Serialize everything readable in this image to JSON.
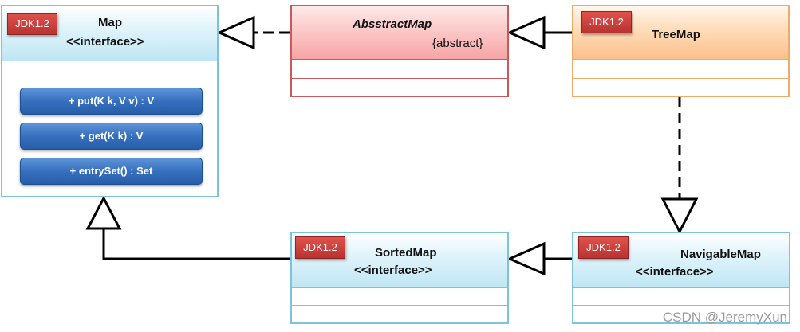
{
  "badge_text": "JDK1.2",
  "classes": {
    "map": {
      "badge": "JDK1.2",
      "name": "Map",
      "stereotype": "<<interface>>",
      "methods": [
        "+ put(K k, V v) : V",
        "+ get(K k) : V",
        "+ entrySet() : Set"
      ]
    },
    "abstract_map": {
      "name": "AbsstractMap",
      "modifier": "{abstract}"
    },
    "tree_map": {
      "badge": "JDK1.2",
      "name": "TreeMap"
    },
    "sorted_map": {
      "badge": "JDK1.2",
      "name": "SortedMap",
      "stereotype": "<<interface>>"
    },
    "navigable_map": {
      "badge": "JDK1.2",
      "name": "NavigableMap",
      "stereotype": "<<interface>>"
    }
  },
  "relations": [
    {
      "from": "AbsstractMap",
      "to": "Map",
      "kind": "realization"
    },
    {
      "from": "TreeMap",
      "to": "AbsstractMap",
      "kind": "generalization"
    },
    {
      "from": "TreeMap",
      "to": "NavigableMap",
      "kind": "realization"
    },
    {
      "from": "SortedMap",
      "to": "Map",
      "kind": "generalization"
    },
    {
      "from": "NavigableMap",
      "to": "SortedMap",
      "kind": "generalization"
    }
  ],
  "colors": {
    "interface_border": "#7cc3dc",
    "abstract_border": "#c9595c",
    "class_border": "#f0aa6a",
    "badge": "#c0392b",
    "method_pill": "#3670be",
    "connector": "#000000"
  },
  "watermark": "CSDN @JeremyXun"
}
